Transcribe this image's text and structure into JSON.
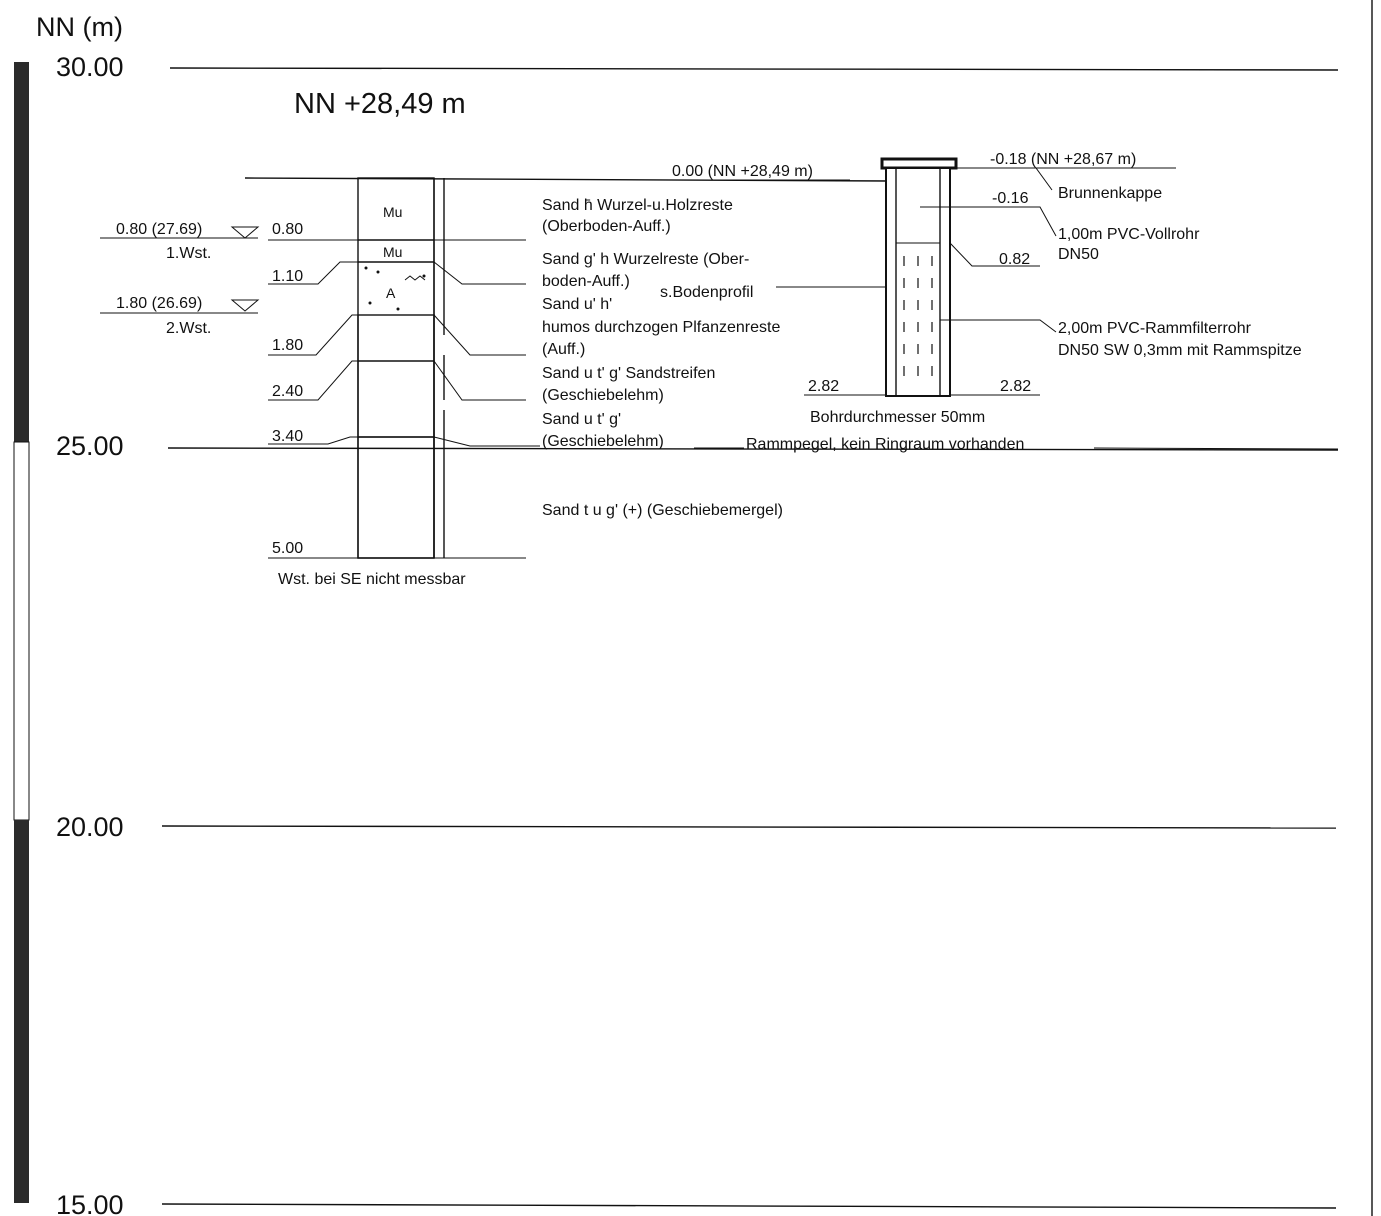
{
  "axis": {
    "title": "NN (m)",
    "ticks": [
      "30.00",
      "25.00",
      "20.00",
      "15.00"
    ]
  },
  "header": {
    "elevation_label": "NN +28,49 m"
  },
  "profile": {
    "depths": [
      "0.80",
      "1.10",
      "1.80",
      "2.40",
      "3.40",
      "5.00"
    ],
    "layer_symbols": {
      "mu1": "Mu",
      "mu2": "Mu",
      "a": "A"
    },
    "water_levels": [
      {
        "depth": "0.80 (27.69)",
        "name": "1.Wst."
      },
      {
        "depth": "1.80 (26.69)",
        "name": "2.Wst."
      }
    ],
    "footnote": "Wst. bei SE nicht messbar"
  },
  "descriptions": [
    [
      "Sand h̄ Wurzel-u.Holzreste",
      "(Oberboden-Auff.)"
    ],
    [
      "Sand g' h Wurzelreste (Ober-",
      "boden-Auff.)"
    ],
    [
      "Sand u' h'",
      "humos durchzogen Plfanzenreste",
      "(Auff.)"
    ],
    [
      "Sand u t' g' Sandstreifen",
      "(Geschiebelehm)"
    ],
    [
      "Sand u t' g'",
      "(Geschiebelehm)"
    ],
    [
      "Sand t u g' (+) (Geschiebemergel)"
    ]
  ],
  "well": {
    "top_label": "0.00 (NN +28,49 m)",
    "cap_level": "-0.18 (NN +28,67 m)",
    "cap_name": "Brunnenkappe",
    "casing_top": "-0.16",
    "casing_desc": [
      "1,00m PVC-Vollrohr",
      "DN50"
    ],
    "filter_top": "0.82",
    "filter_desc": [
      "2,00m PVC-Rammfilterrohr",
      "DN50 SW 0,3mm mit Rammspitze"
    ],
    "bottom_left": "2.82",
    "bottom_right": "2.82",
    "diameter": "Bohrdurchmesser 50mm",
    "ref_label": "s.Bodenprofil",
    "note": "Rammpegel, kein Ringraum vorhanden"
  }
}
